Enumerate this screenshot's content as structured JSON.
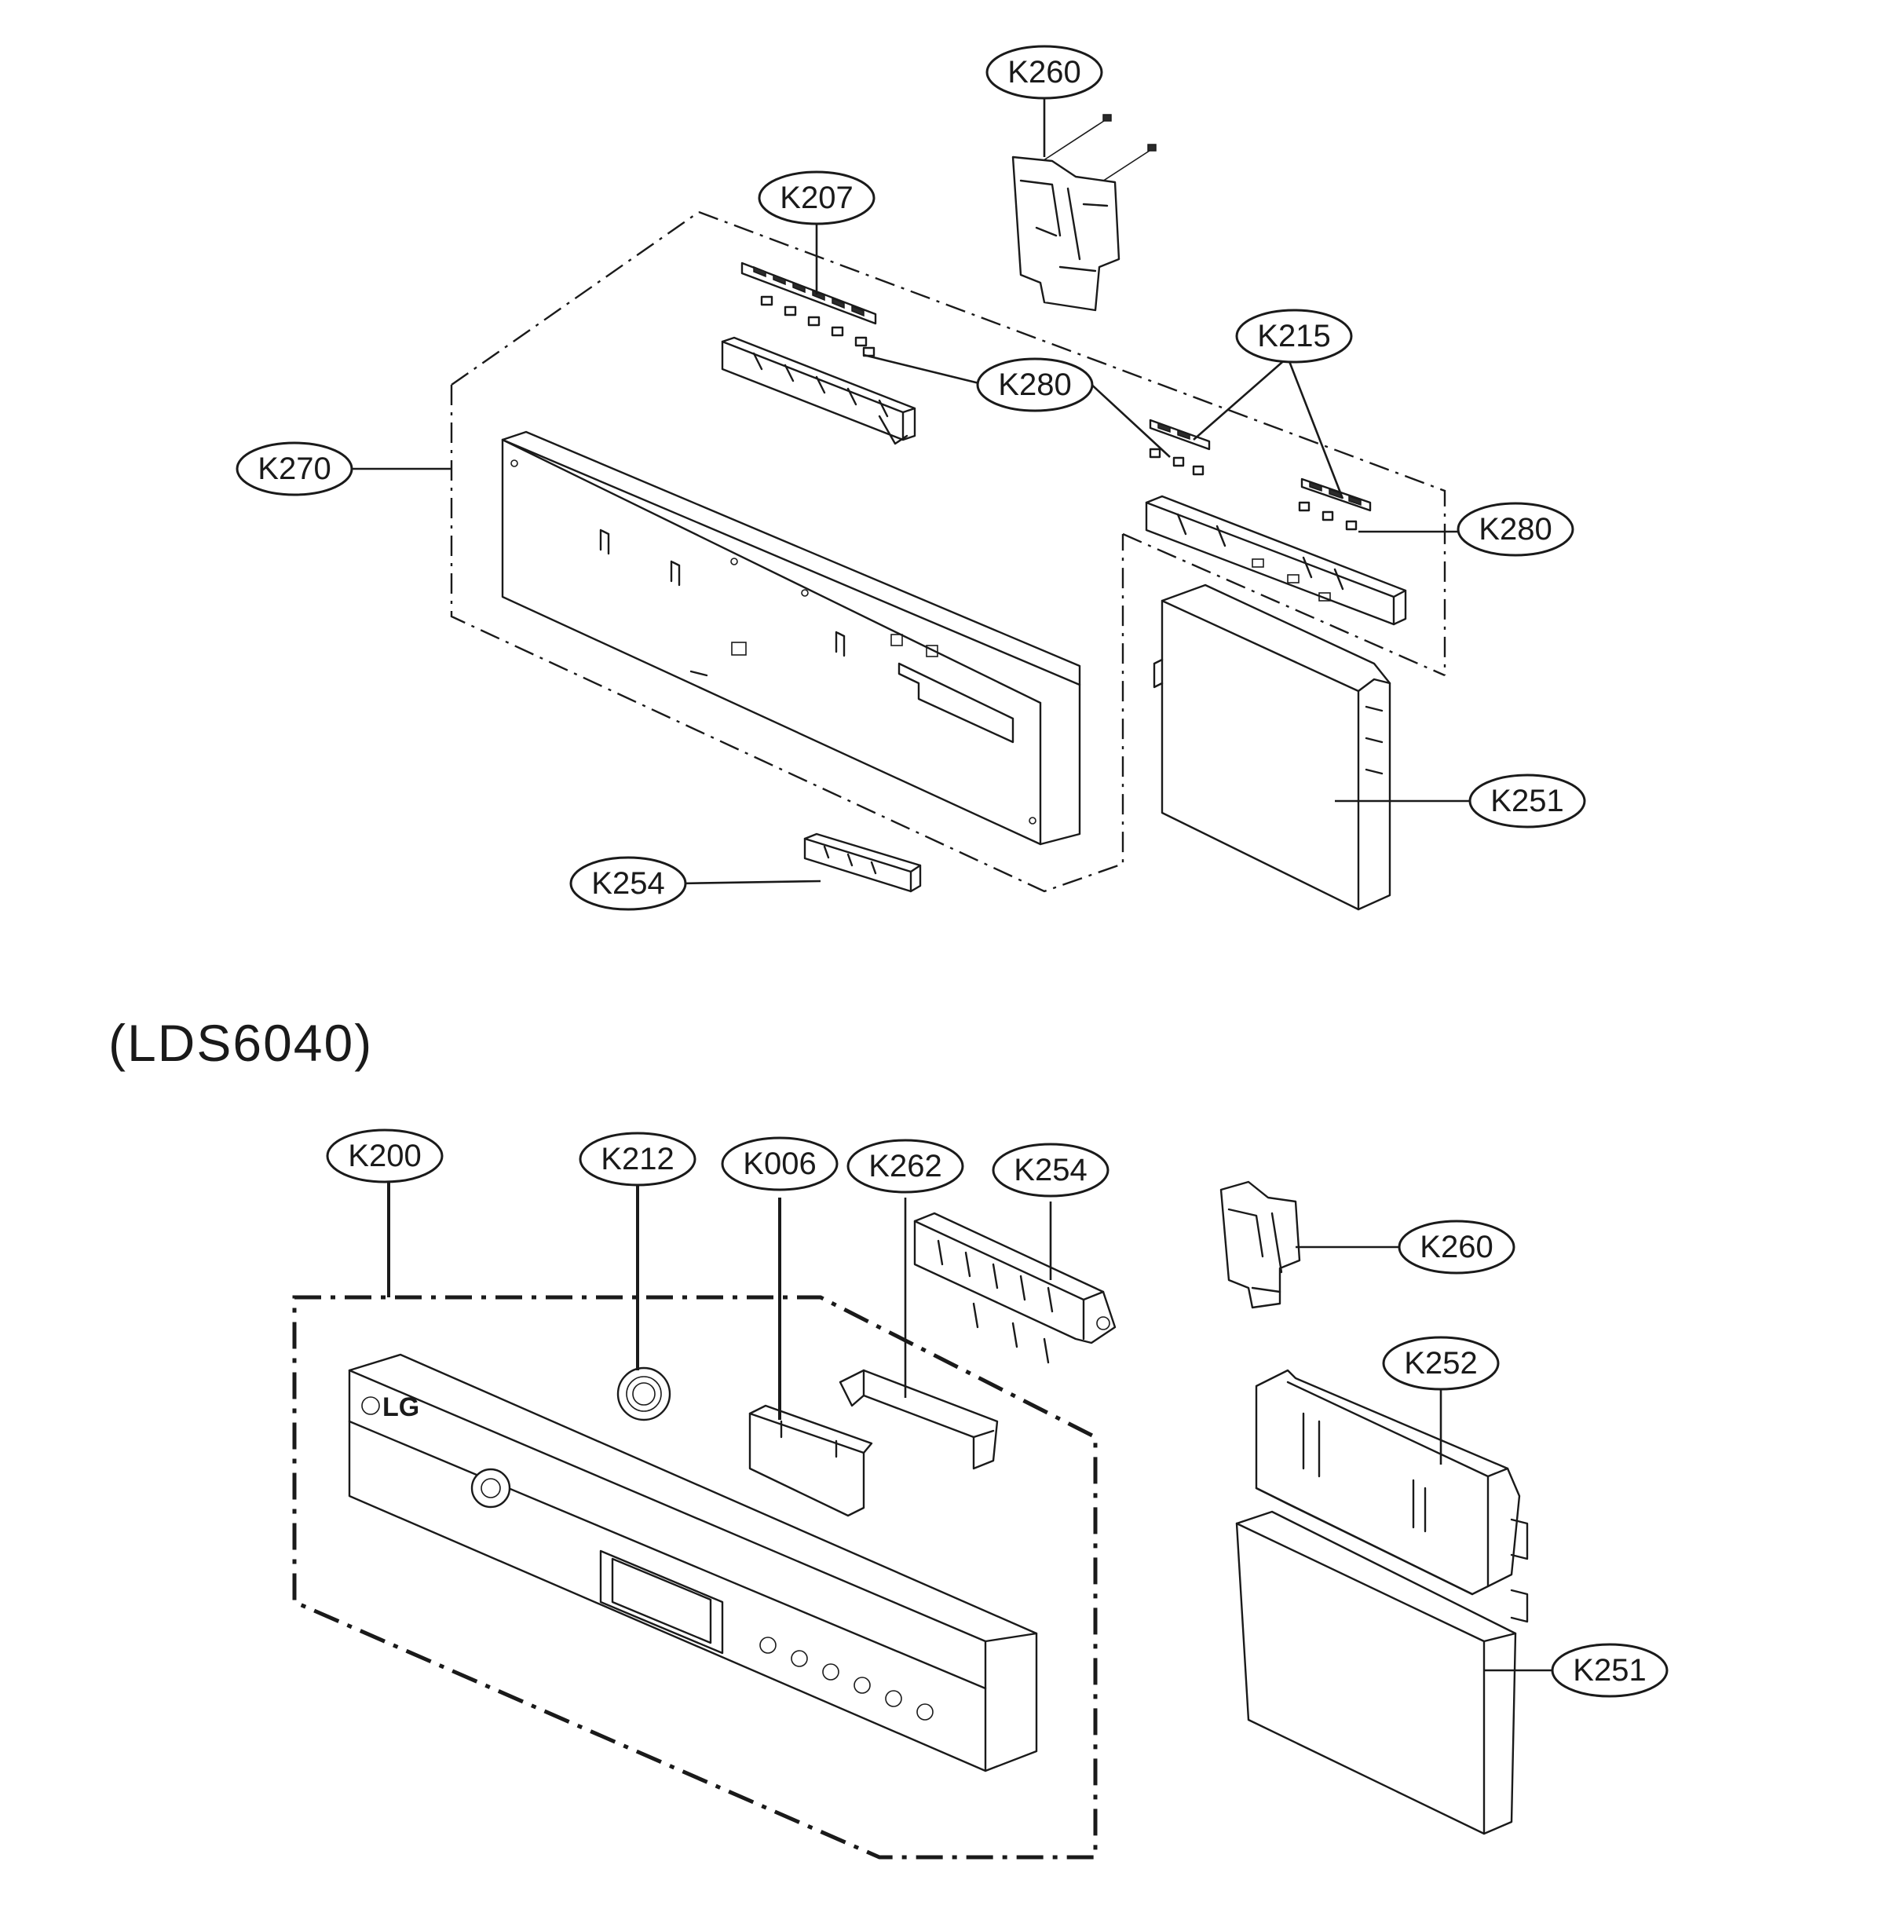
{
  "model_label": "(LDS6040)",
  "logo": "LG",
  "callouts_upper": [
    {
      "id": "k260-upper",
      "label": "K260"
    },
    {
      "id": "k207",
      "label": "K207"
    },
    {
      "id": "k215",
      "label": "K215"
    },
    {
      "id": "k280-a",
      "label": "K280"
    },
    {
      "id": "k270",
      "label": "K270"
    },
    {
      "id": "k280-b",
      "label": "K280"
    },
    {
      "id": "k251-upper",
      "label": "K251"
    },
    {
      "id": "k254-upper",
      "label": "K254"
    }
  ],
  "callouts_lower": [
    {
      "id": "k200",
      "label": "K200"
    },
    {
      "id": "k212",
      "label": "K212"
    },
    {
      "id": "k006",
      "label": "K006"
    },
    {
      "id": "k262",
      "label": "K262"
    },
    {
      "id": "k254-lower",
      "label": "K254"
    },
    {
      "id": "k260-lower",
      "label": "K260"
    },
    {
      "id": "k252",
      "label": "K252"
    },
    {
      "id": "k251-lower",
      "label": "K251"
    }
  ]
}
